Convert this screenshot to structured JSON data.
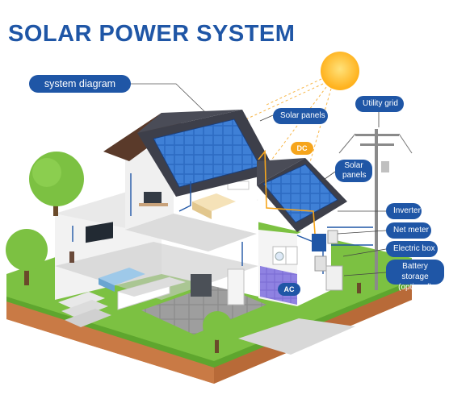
{
  "diagram": {
    "title": "SOLAR POWER SYSTEM",
    "subtitle_pill": "system diagram"
  },
  "labels": {
    "solar_panels_main": "Solar panels",
    "dc": "DC",
    "solar_panels_second_line1": "Solar",
    "solar_panels_second_line2": "panels",
    "utility_grid": "Utility grid",
    "inverter": "Inverter",
    "net_meter": "Net meter",
    "electric_box": "Electric box",
    "battery_storage_line1": "Battery storage",
    "battery_storage_line2": "(optional)",
    "ac": "AC"
  },
  "colors": {
    "title_blue": "#1f56a6",
    "pill_blue": "#1f56a6",
    "dc_orange": "#f6a51c",
    "sun": "#ffc83c",
    "panel_blue": "#2e6ec4",
    "roof_dark": "#3d3f4a",
    "grass": "#7cc142",
    "soil": "#d98e5a"
  },
  "icons": [
    "sun-icon",
    "tree-icon",
    "solar-panel-icon",
    "utility-pole-icon",
    "house-icon"
  ]
}
